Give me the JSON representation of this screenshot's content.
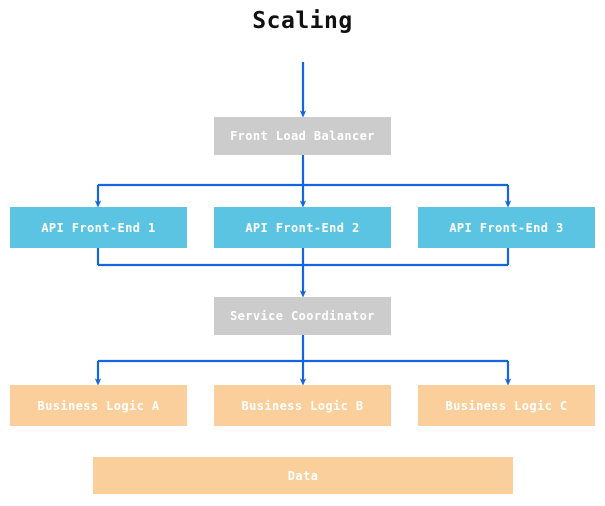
{
  "title": "Scaling",
  "colors": {
    "background": "#ffffff",
    "title_text": "#111111",
    "node_gray": "#cccccc",
    "node_blue": "#5bc4e2",
    "node_orange": "#fbcf9b",
    "node_text": "#ffffff",
    "edge": "#1565e0"
  },
  "nodes": {
    "front_load_balancer": {
      "label": "Front Load Balancer"
    },
    "api_front_end_1": {
      "label": "API Front-End 1"
    },
    "api_front_end_2": {
      "label": "API Front-End 2"
    },
    "api_front_end_3": {
      "label": "API Front-End 3"
    },
    "service_coordinator": {
      "label": "Service Coordinator"
    },
    "business_logic_a": {
      "label": "Business Logic A"
    },
    "business_logic_b": {
      "label": "Business Logic B"
    },
    "business_logic_c": {
      "label": "Business Logic C"
    },
    "data": {
      "label": "Data"
    }
  },
  "chart_data": {
    "type": "diagram",
    "title": "Scaling",
    "layers": [
      {
        "name": "entry",
        "style": "gray",
        "labels": [
          "Front Load Balancer"
        ]
      },
      {
        "name": "api-front-end",
        "style": "blue",
        "labels": [
          "API Front-End 1",
          "API Front-End 2",
          "API Front-End 3"
        ]
      },
      {
        "name": "coordinator",
        "style": "gray",
        "labels": [
          "Service Coordinator"
        ]
      },
      {
        "name": "business-logic",
        "style": "orange",
        "labels": [
          "Business Logic A",
          "Business Logic B",
          "Business Logic C"
        ]
      },
      {
        "name": "data",
        "style": "orange",
        "labels": [
          "Data"
        ]
      }
    ],
    "edges": [
      {
        "from": "input",
        "to": "Front Load Balancer",
        "kind": "arrow"
      },
      {
        "from": "Front Load Balancer",
        "to": "API Front-End 1",
        "kind": "fan-out"
      },
      {
        "from": "Front Load Balancer",
        "to": "API Front-End 2",
        "kind": "fan-out"
      },
      {
        "from": "Front Load Balancer",
        "to": "API Front-End 3",
        "kind": "fan-out"
      },
      {
        "from": "API Front-End 1",
        "to": "Service Coordinator",
        "kind": "fan-in"
      },
      {
        "from": "API Front-End 2",
        "to": "Service Coordinator",
        "kind": "fan-in"
      },
      {
        "from": "API Front-End 3",
        "to": "Service Coordinator",
        "kind": "fan-in"
      },
      {
        "from": "Service Coordinator",
        "to": "Business Logic A",
        "kind": "fan-out"
      },
      {
        "from": "Service Coordinator",
        "to": "Business Logic B",
        "kind": "fan-out"
      },
      {
        "from": "Service Coordinator",
        "to": "Business Logic C",
        "kind": "fan-out"
      }
    ]
  }
}
